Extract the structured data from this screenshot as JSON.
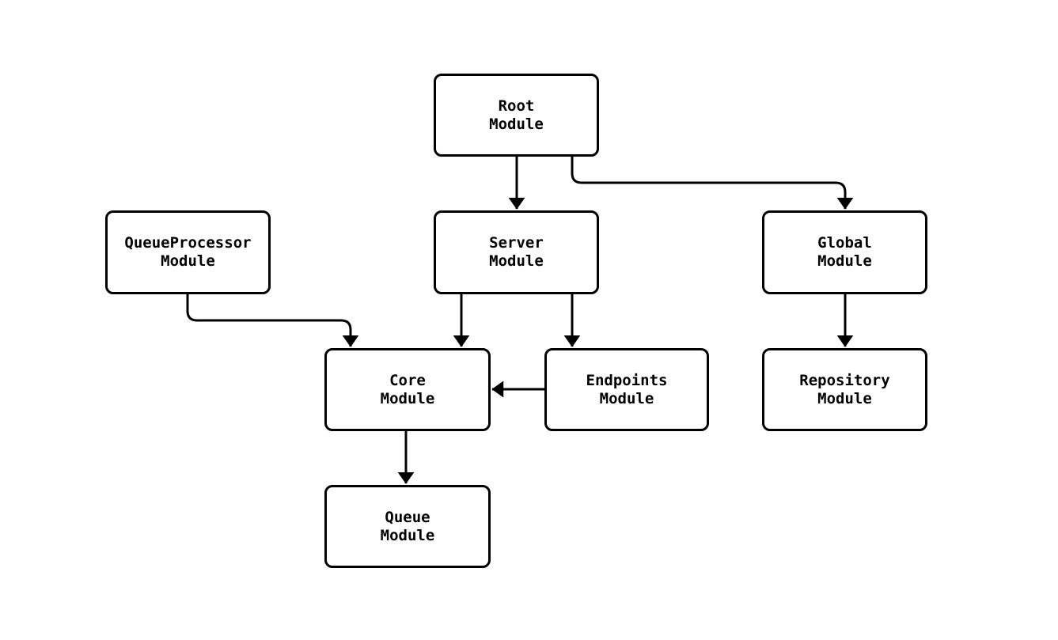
{
  "diagram": {
    "background_color": "#ffffff",
    "stroke_color": "#000000",
    "text_color": "#000000",
    "nodes": [
      {
        "id": "root",
        "label": "Root\nModule"
      },
      {
        "id": "queueprocessor",
        "label": "QueueProcessor\nModule"
      },
      {
        "id": "server",
        "label": "Server\nModule"
      },
      {
        "id": "global",
        "label": "Global\nModule"
      },
      {
        "id": "core",
        "label": "Core\nModule"
      },
      {
        "id": "endpoints",
        "label": "Endpoints\nModule"
      },
      {
        "id": "repository",
        "label": "Repository\nModule"
      },
      {
        "id": "queue",
        "label": "Queue\nModule"
      }
    ],
    "edges": [
      {
        "from": "root",
        "to": "server"
      },
      {
        "from": "root",
        "to": "global"
      },
      {
        "from": "queueprocessor",
        "to": "core"
      },
      {
        "from": "server",
        "to": "core"
      },
      {
        "from": "server",
        "to": "endpoints"
      },
      {
        "from": "endpoints",
        "to": "core"
      },
      {
        "from": "global",
        "to": "repository"
      },
      {
        "from": "core",
        "to": "queue"
      }
    ]
  }
}
